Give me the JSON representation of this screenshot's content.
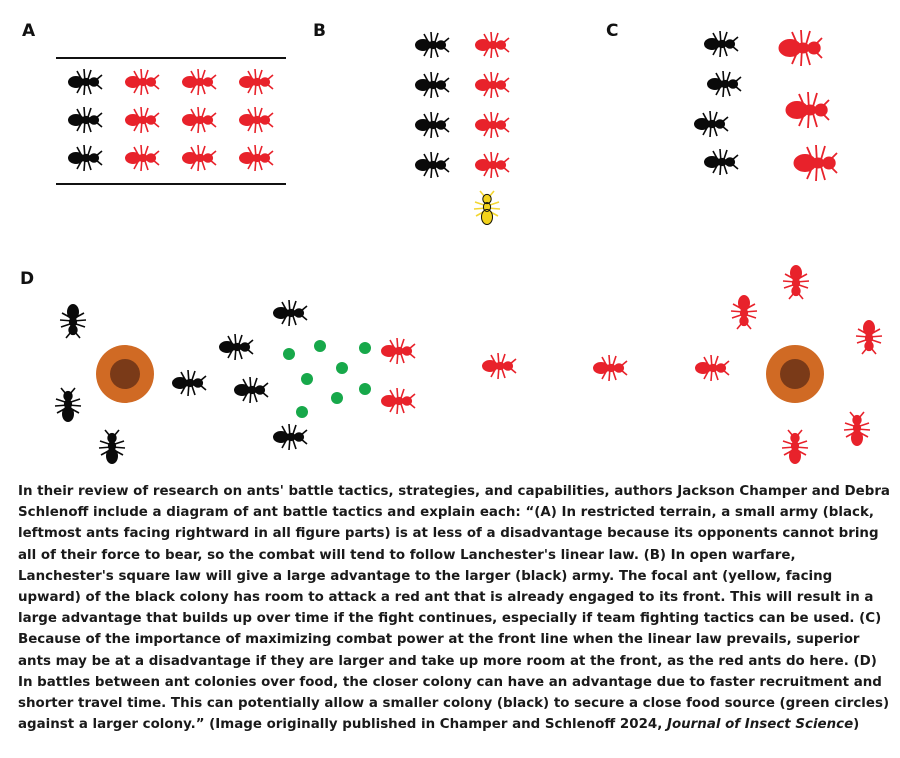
{
  "panels": {
    "a": {
      "label": "A"
    },
    "b": {
      "label": "B"
    },
    "c": {
      "label": "C"
    },
    "d": {
      "label": "D"
    }
  },
  "colors": {
    "black_ant": "#0a0a0a",
    "red_ant": "#e8222b",
    "yellow_ant": "#f2d21b",
    "food": "#17a84a",
    "nest_outer": "#d06a24",
    "nest_inner": "#7a3a18"
  },
  "caption": {
    "text": "In their review of research on ants' battle tactics, strategies, and capabilities, authors Jackson Champer and Debra Schlenoff include a diagram of ant battle tactics and explain each: “(A) In restricted terrain, a small army (black, leftmost ants facing rightward in all figure parts) is at less of a disadvantage because its opponents cannot bring all of their force to bear, so the combat will tend to follow Lanchester's linear law. (B) In open warfare, Lanchester's square law will give a large advantage to the larger (black) army. The focal ant (yellow, facing upward) of the black colony has room to attack a red ant that is already engaged to its front. This will result in a large advantage that builds up over time if the fight continues, especially if team fighting tactics can be used. (C) Because of the importance of maximizing combat power at the front line when the linear law prevails, superior ants may be at a disadvantage if they are larger and take up more room at the front, as the red ants do here. (D) In battles between ant colonies over food, the closer colony can have an advantage due to faster recruitment and shorter travel time. This can potentially allow a smaller colony (black) to secure a close food source (green circles) against a larger colony.” (Image originally published in Champer and Schlenoff 2024, ",
    "journal": "Journal of Insect Science",
    "closing": ")"
  }
}
